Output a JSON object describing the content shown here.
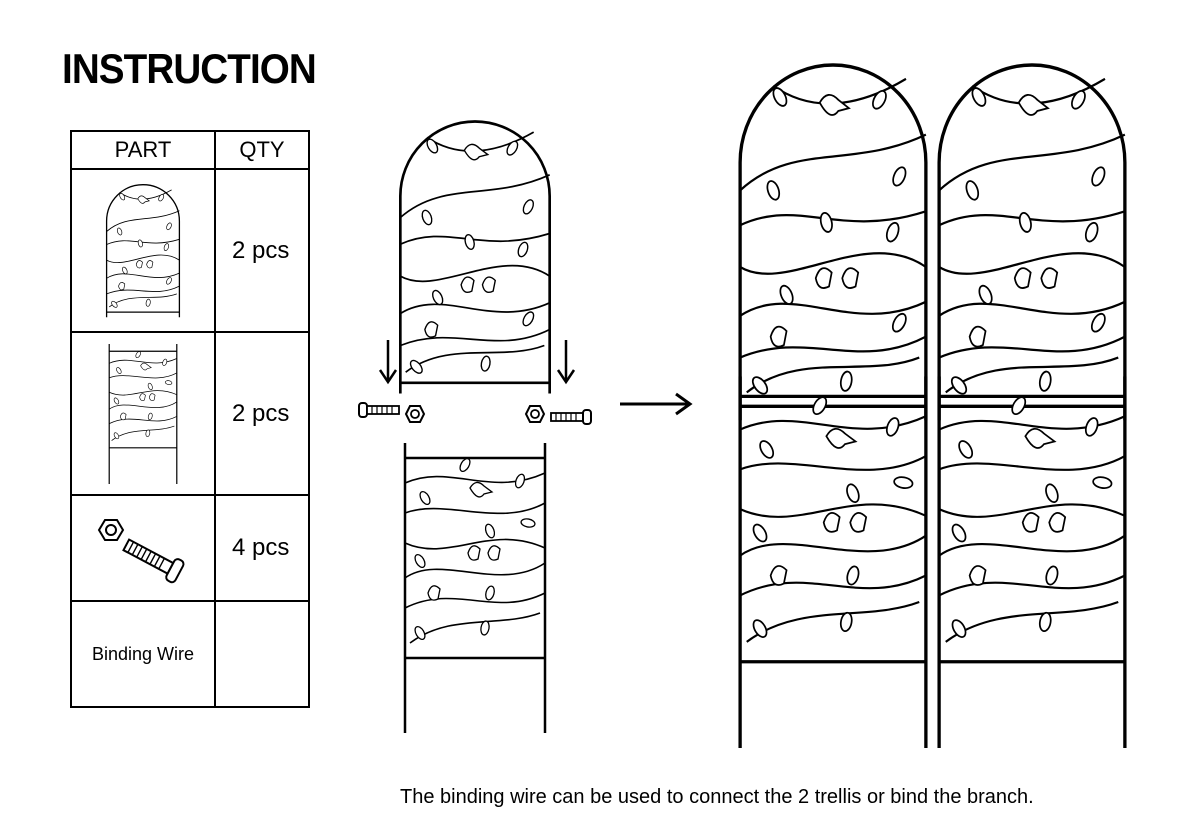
{
  "title": "INSTRUCTION",
  "table": {
    "headers": {
      "part": "PART",
      "qty": "QTY"
    },
    "rows": [
      {
        "part_icon": "arched-trellis-top-icon",
        "qty": "2 pcs"
      },
      {
        "part_icon": "trellis-bottom-panel-icon",
        "qty": "2 pcs"
      },
      {
        "part_icon": "bolt-and-nut-icon",
        "qty": "4 pcs"
      },
      {
        "part_label": "Binding Wire",
        "qty": ""
      }
    ]
  },
  "diagram": {
    "step_icons": [
      "down-arrow-icon",
      "bolt-icon",
      "nut-icon",
      "right-arrow-icon"
    ]
  },
  "caption": "The binding wire can be used to connect the 2 trellis or bind the branch."
}
